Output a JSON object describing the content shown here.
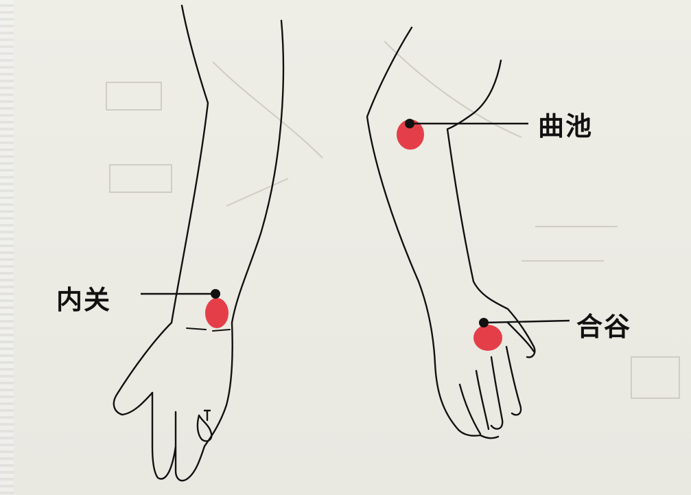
{
  "acupoints": {
    "neiguan": {
      "label": "内关"
    },
    "quchi": {
      "label": "曲池"
    },
    "hegu": {
      "label": "合谷"
    }
  },
  "colors": {
    "acupoint_marker": "#e3303c",
    "outline": "#111111",
    "background": "#ecebe4"
  }
}
